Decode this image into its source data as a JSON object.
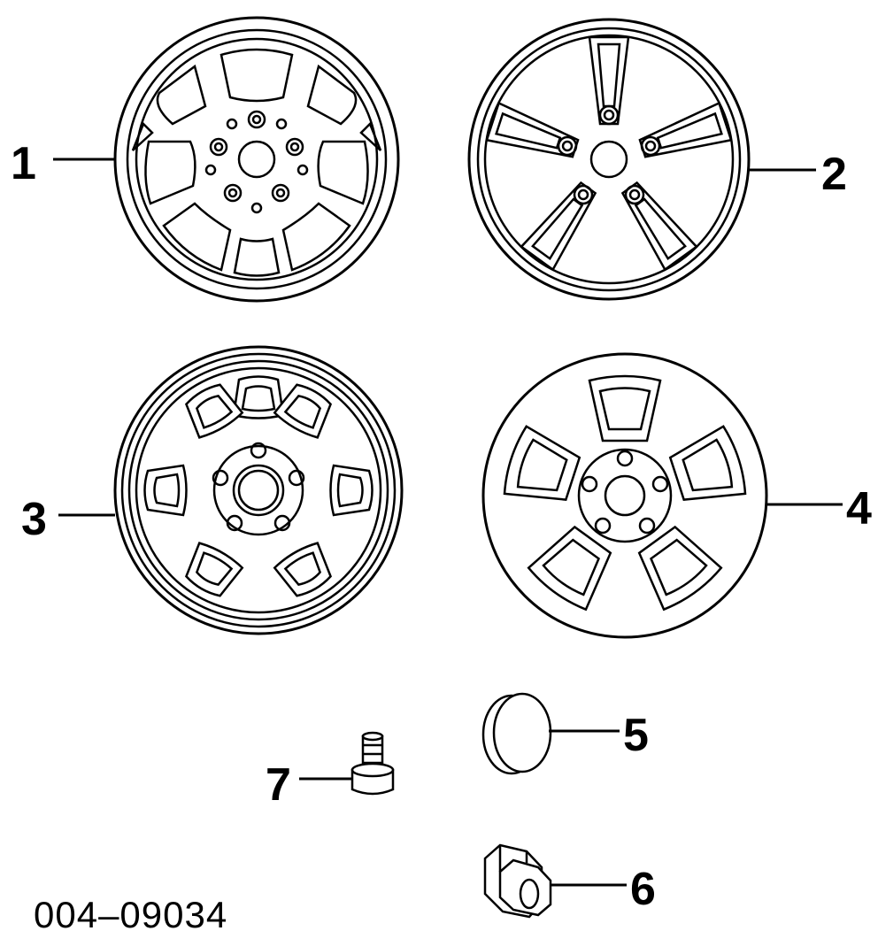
{
  "callouts": {
    "c1": "1",
    "c2": "2",
    "c3": "3",
    "c4": "4",
    "c5": "5",
    "c6": "6",
    "c7": "7"
  },
  "figure_code": "004–09034"
}
